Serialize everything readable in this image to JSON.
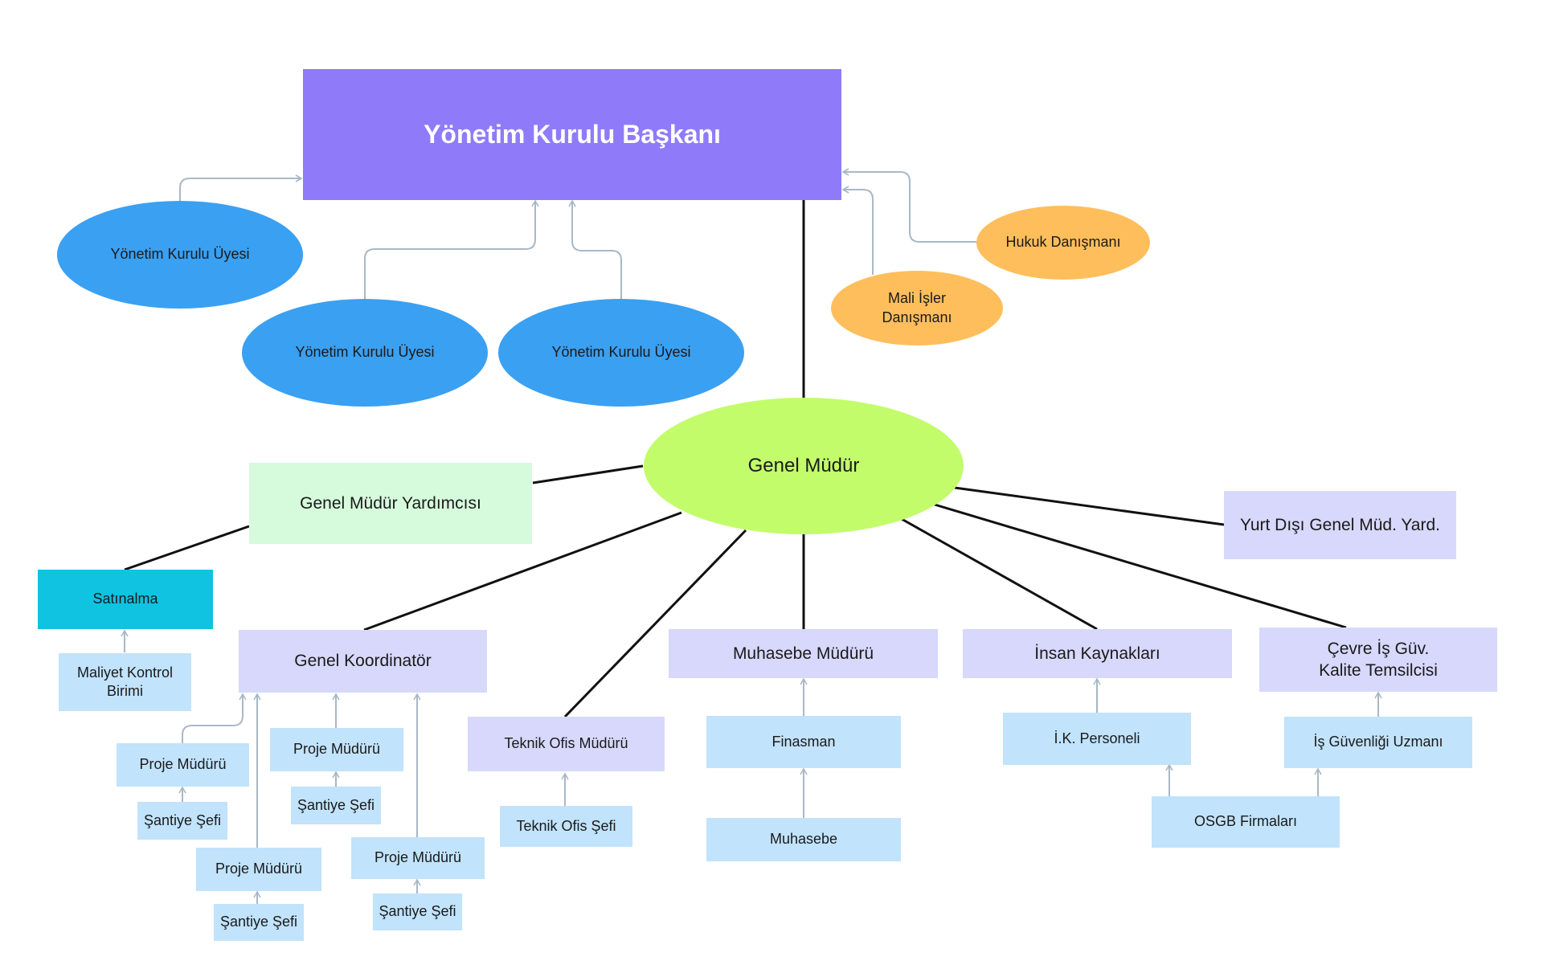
{
  "colors": {
    "board_chair": "#8f7bfa",
    "board_member": "#3aa0f2",
    "advisor": "#ffbe5c",
    "general_manager": "#c2fc6b",
    "deputy": "#d6fadc",
    "purchasing": "#0fc3e1",
    "unit": "#d7d8fc",
    "staff": "#c1e3fc",
    "main_line": "#111111",
    "arrow_line": "#a9b8c6"
  },
  "nodes": {
    "board_chair": "Yönetim Kurulu Başkanı",
    "board_member_1": "Yönetim Kurulu Üyesi",
    "board_member_2": "Yönetim Kurulu Üyesi",
    "board_member_3": "Yönetim Kurulu Üyesi",
    "legal_advisor": "Hukuk Danışmanı",
    "financial_advisor": "Mali İşler\nDanışmanı",
    "general_manager": "Genel Müdür",
    "deputy_gm": "Genel Müdür Yardımcısı",
    "foreign_deputy": "Yurt Dışı Genel Müd. Yard.",
    "purchasing": "Satınalma",
    "cost_control": "Maliyet Kontrol\nBirimi",
    "general_coordinator": "Genel Koordinatör",
    "project_manager_1": "Proje Müdürü",
    "site_chief_1": "Şantiye Şefi",
    "project_manager_2": "Proje Müdürü",
    "site_chief_2": "Şantiye Şefi",
    "project_manager_3": "Proje Müdürü",
    "site_chief_3": "Şantiye Şefi",
    "project_manager_4": "Proje Müdürü",
    "site_chief_4": "Şantiye Şefi",
    "technical_office_manager": "Teknik Ofis Müdürü",
    "technical_office_chief": "Teknik Ofis Şefi",
    "accounting_manager": "Muhasebe Müdürü",
    "finance": "Finasman",
    "accounting": "Muhasebe",
    "human_resources": "İnsan Kaynakları",
    "hr_staff": "İ.K. Personeli",
    "ehs_quality": "Çevre İş Güv.\nKalite Temsilcisi",
    "safety_specialist": "İş Güvenliği Uzmanı",
    "osgb_firms": "OSGB Firmaları"
  }
}
